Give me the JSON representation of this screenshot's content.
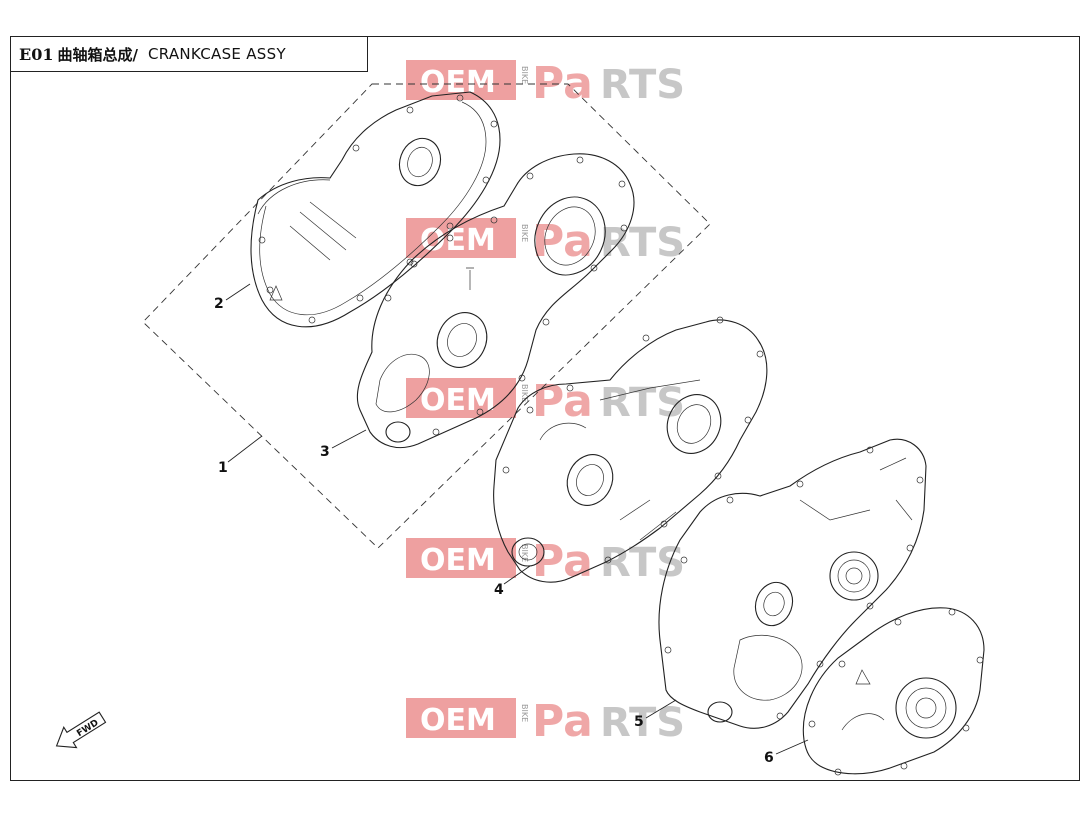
{
  "header": {
    "code": "E01",
    "title_cn": "曲轴箱总成/",
    "title_en": "CRANKCASE ASSY"
  },
  "callouts": [
    "1",
    "2",
    "3",
    "4",
    "5",
    "6"
  ],
  "direction_indicator": {
    "label": "FWD",
    "icon": "arrow-icon"
  },
  "watermark": {
    "brand": "OEM",
    "side": "BIKE",
    "rest_a": "Pa",
    "rest_b": "RTS"
  },
  "colors": {
    "line": "#222222",
    "watermark_red": "#e05252",
    "watermark_grey": "#9a9a9a"
  }
}
